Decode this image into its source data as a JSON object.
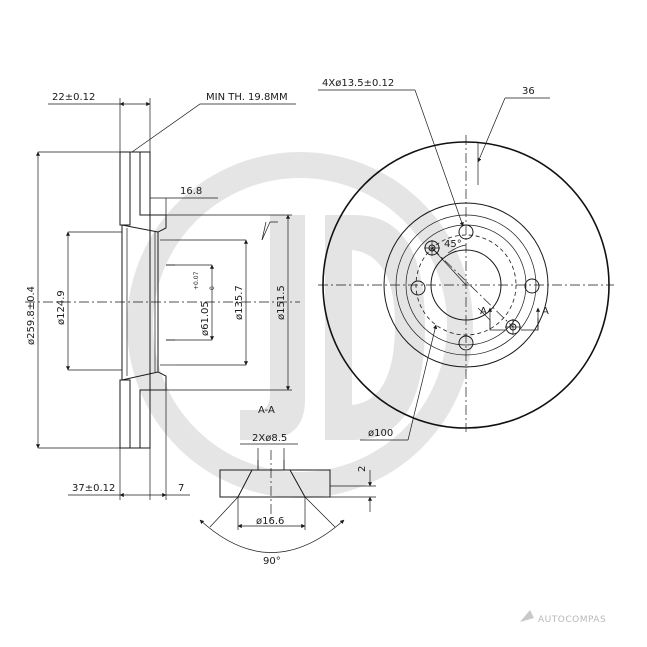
{
  "drawing": {
    "thickness_label": "22±0.12",
    "min_thickness_label": "MIN TH. 19.8MM",
    "hat_depth_label": "16.8",
    "outer_diameter_label": "ø259.8±0.4",
    "hat_diameter_label": "ø124.9",
    "center_bore_label": "ø61.05",
    "center_bore_tol_upper": "+0.07",
    "center_bore_tol_lower": "0",
    "hat_outer_diameter_label": "ø135.7",
    "inner_ring_diameter_label": "ø151.5",
    "offset_label": "37±0.12",
    "hat_wall_label": "7",
    "section_label": "A-A",
    "screw_holes_label": "2Xø8.5",
    "countersink_diameter_label": "ø16.6",
    "countersink_angle_label": "90°",
    "countersink_depth_label": "2",
    "bolt_holes_label": "4Xø13.5±0.12",
    "vanes_label": "36",
    "bolt_angle_label": "45°",
    "pcd_label": "ø100",
    "section_marker_left": "A",
    "section_marker_right": "A",
    "watermark_logo": "JD",
    "watermark_text": "AUTOCOMPAS"
  },
  "colors": {
    "line": "#1a1a1a",
    "watermark": "#d9d9d9"
  }
}
